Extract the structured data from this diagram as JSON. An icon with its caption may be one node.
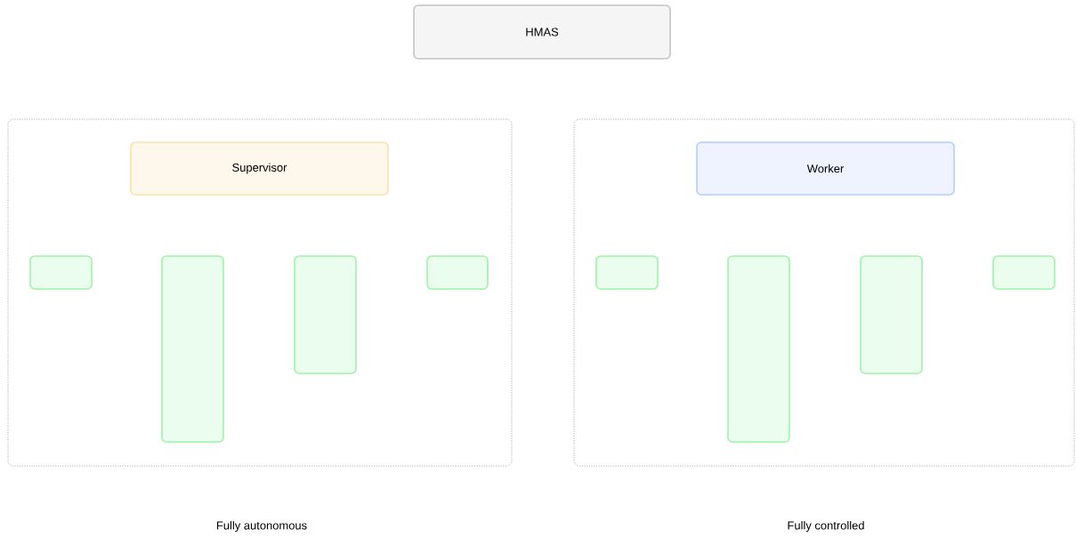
{
  "diagram": {
    "nodes": [
      {
        "text": [
          "HMAS"
        ]
      },
      {
        "text": [],
        "shape": "box"
      },
      {
        "text": [
          "Supervisor"
        ],
        "in": 1
      },
      {
        "text": [],
        "shape": "box",
        "in": 1
      },
      {
        "text": [],
        "shape": "box",
        "in": 1
      },
      {
        "text": [],
        "shape": "box",
        "in": 1
      },
      {
        "text": [],
        "shape": "box",
        "in": 1
      },
      {
        "text": [],
        "shape": "box"
      },
      {
        "text": [
          "Worker"
        ],
        "in": 7
      },
      {
        "text": [],
        "shape": "box",
        "in": 7
      },
      {
        "text": [],
        "shape": "box",
        "in": 7
      },
      {
        "text": [],
        "shape": "box",
        "in": 7
      },
      {
        "text": [],
        "shape": "box",
        "in": 7
      }
    ],
    "labels": [
      "Fully autonomous",
      "Fully controlled"
    ]
  }
}
